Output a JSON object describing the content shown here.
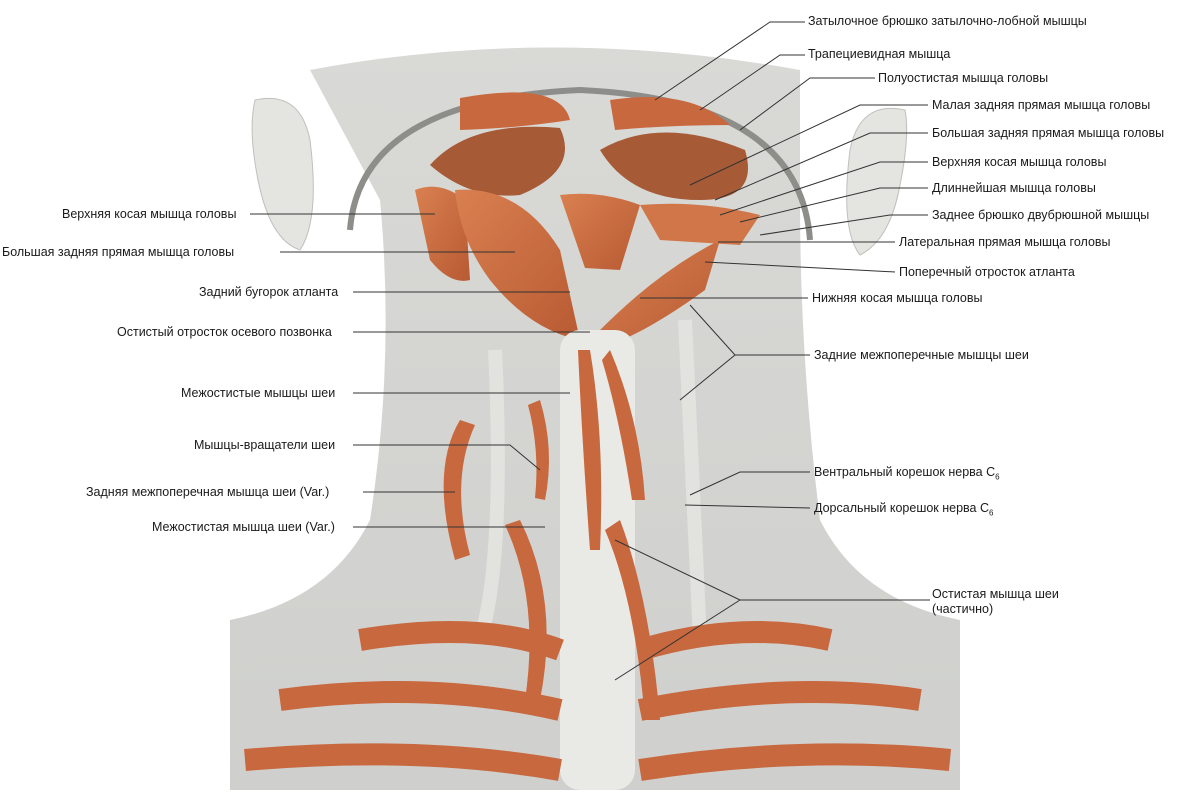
{
  "diagram": {
    "right_labels": [
      {
        "id": "occipital-belly",
        "text": "Затылочное брюшко затылочно-лобной мышцы"
      },
      {
        "id": "trapezius",
        "text": "Трапециевидная мышца"
      },
      {
        "id": "semispinalis-capitis",
        "text": "Полуостистая мышца головы"
      },
      {
        "id": "rectus-capitis-posterior-minor",
        "text": "Малая задняя прямая мышца головы"
      },
      {
        "id": "rectus-capitis-posterior-major-r",
        "text": "Большая задняя прямая мышца головы"
      },
      {
        "id": "obliquus-capitis-superior-r",
        "text": "Верхняя косая мышца головы"
      },
      {
        "id": "longissimus-capitis",
        "text": "Длиннейшая мышца головы"
      },
      {
        "id": "digastric-posterior",
        "text": "Заднее брюшко двубрюшной мышцы"
      },
      {
        "id": "rectus-capitis-lateralis",
        "text": "Латеральная прямая мышца головы"
      },
      {
        "id": "atlas-transverse-process",
        "text": "Поперечный отросток атланта"
      },
      {
        "id": "obliquus-capitis-inferior",
        "text": "Нижняя косая мышца головы"
      },
      {
        "id": "intertransversarii-posterior",
        "text": "Задние межпоперечные мышцы шеи"
      },
      {
        "id": "ventral-root",
        "text": "Вентральный корешок нерва С",
        "sub": "6"
      },
      {
        "id": "dorsal-root",
        "text": "Дорсальный корешок нерва С",
        "sub": "6"
      },
      {
        "id": "spinalis-cervicis",
        "text": "Остистая мышца шеи (частично)"
      }
    ],
    "left_labels": [
      {
        "id": "obliquus-capitis-superior-l",
        "text": "Верхняя косая мышца головы"
      },
      {
        "id": "rectus-capitis-posterior-major-l",
        "text": "Большая задняя прямая мышца головы"
      },
      {
        "id": "atlas-posterior-tubercle",
        "text": "Задний бугорок атланта"
      },
      {
        "id": "axis-spinous-process",
        "text": "Остистый отросток осевого позвонка"
      },
      {
        "id": "interspinales",
        "text": "Межостистые мышцы шеи"
      },
      {
        "id": "rotatores",
        "text": "Мышцы-вращатели шеи"
      },
      {
        "id": "intertransversarius-var",
        "text": "Задняя межпоперечная мышца шеи (Var.)"
      },
      {
        "id": "interspinalis-var",
        "text": "Межостистая мышца шеи (Var.)"
      }
    ]
  },
  "colors": {
    "muscle": "#c8683e",
    "muscle_dark": "#9c4626",
    "bone": "#e9e9e6",
    "skin": "#d6d7d4",
    "occipital": "#a65a36",
    "line": "#333333"
  }
}
